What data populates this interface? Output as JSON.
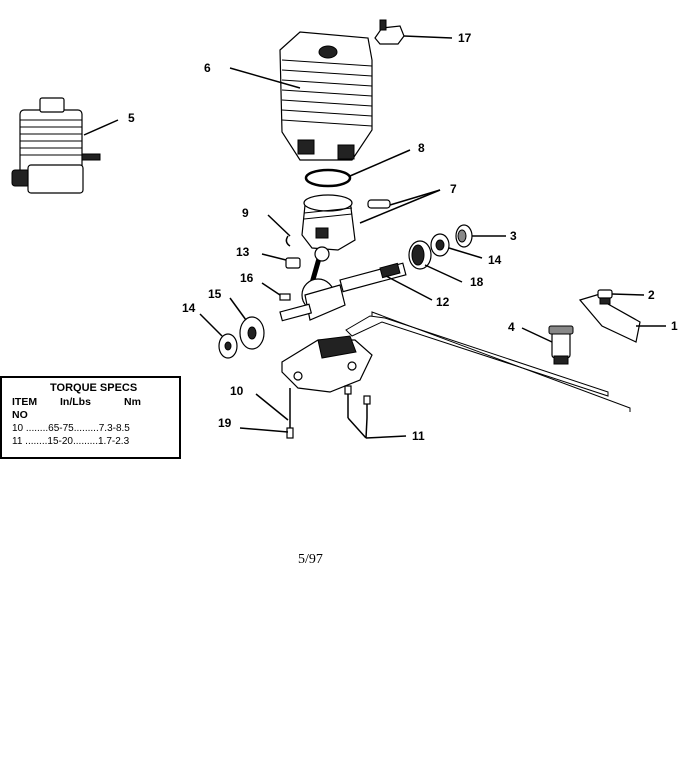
{
  "callouts": {
    "c17": "17",
    "c6": "6",
    "c5": "5",
    "c8": "8",
    "c7": "7",
    "c9": "9",
    "c3": "3",
    "c14a": "14",
    "c13": "13",
    "c18": "18",
    "c16": "16",
    "c12": "12",
    "c2": "2",
    "c15": "15",
    "c14b": "14",
    "c4": "4",
    "c1": "1",
    "c10": "10",
    "c19": "19",
    "c11": "11"
  },
  "torque_specs": {
    "title": "TORQUE SPECS",
    "col_item": "ITEM",
    "col_no": "NO",
    "col_inlbs": "In/Lbs",
    "col_nm": "Nm",
    "rows": [
      {
        "item": "10",
        "inlbs": "65-75",
        "nm": "7.3-8.5"
      },
      {
        "item": "11",
        "inlbs": "15-20",
        "nm": "1.7-2.3"
      }
    ]
  },
  "date_code": "5/97"
}
